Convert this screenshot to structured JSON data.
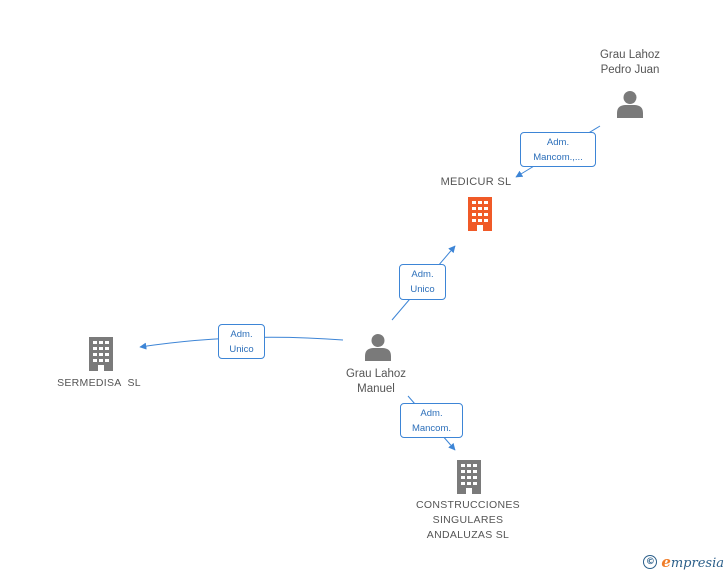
{
  "nodes": {
    "grau_lahoz_pedro_juan": {
      "label_line1": "Grau Lahoz",
      "label_line2": "Pedro Juan",
      "type": "person"
    },
    "medicur": {
      "label": "MEDICUR SL",
      "type": "company",
      "highlight_color": "#f05a28"
    },
    "sermedisa": {
      "label": "SERMEDISA  SL",
      "type": "company"
    },
    "grau_lahoz_manuel": {
      "label_line1": "Grau Lahoz",
      "label_line2": "Manuel",
      "type": "person"
    },
    "construcciones": {
      "label_line1": "CONSTRUCCIONES",
      "label_line2": "SINGULARES",
      "label_line3": "ANDALUZAS SL",
      "type": "company"
    }
  },
  "edges": {
    "pedro_to_medicur": {
      "line1": "Adm.",
      "line2": "Mancom.,..."
    },
    "manuel_to_medicur": {
      "line1": "Adm.",
      "line2": "Unico"
    },
    "manuel_to_sermedisa": {
      "line1": "Adm.",
      "line2": "Unico"
    },
    "manuel_to_construcciones": {
      "line1": "Adm.",
      "line2": "Mancom."
    }
  },
  "colors": {
    "edge": "#3d85d6",
    "icon_gray": "#7a7a7a",
    "company_highlight": "#f05a28",
    "brand_blue": "#2b5f8a",
    "brand_orange": "#f07d28"
  },
  "footer": {
    "copyright_symbol": "©",
    "brand_initial": "e",
    "brand_rest": "mpresia"
  }
}
